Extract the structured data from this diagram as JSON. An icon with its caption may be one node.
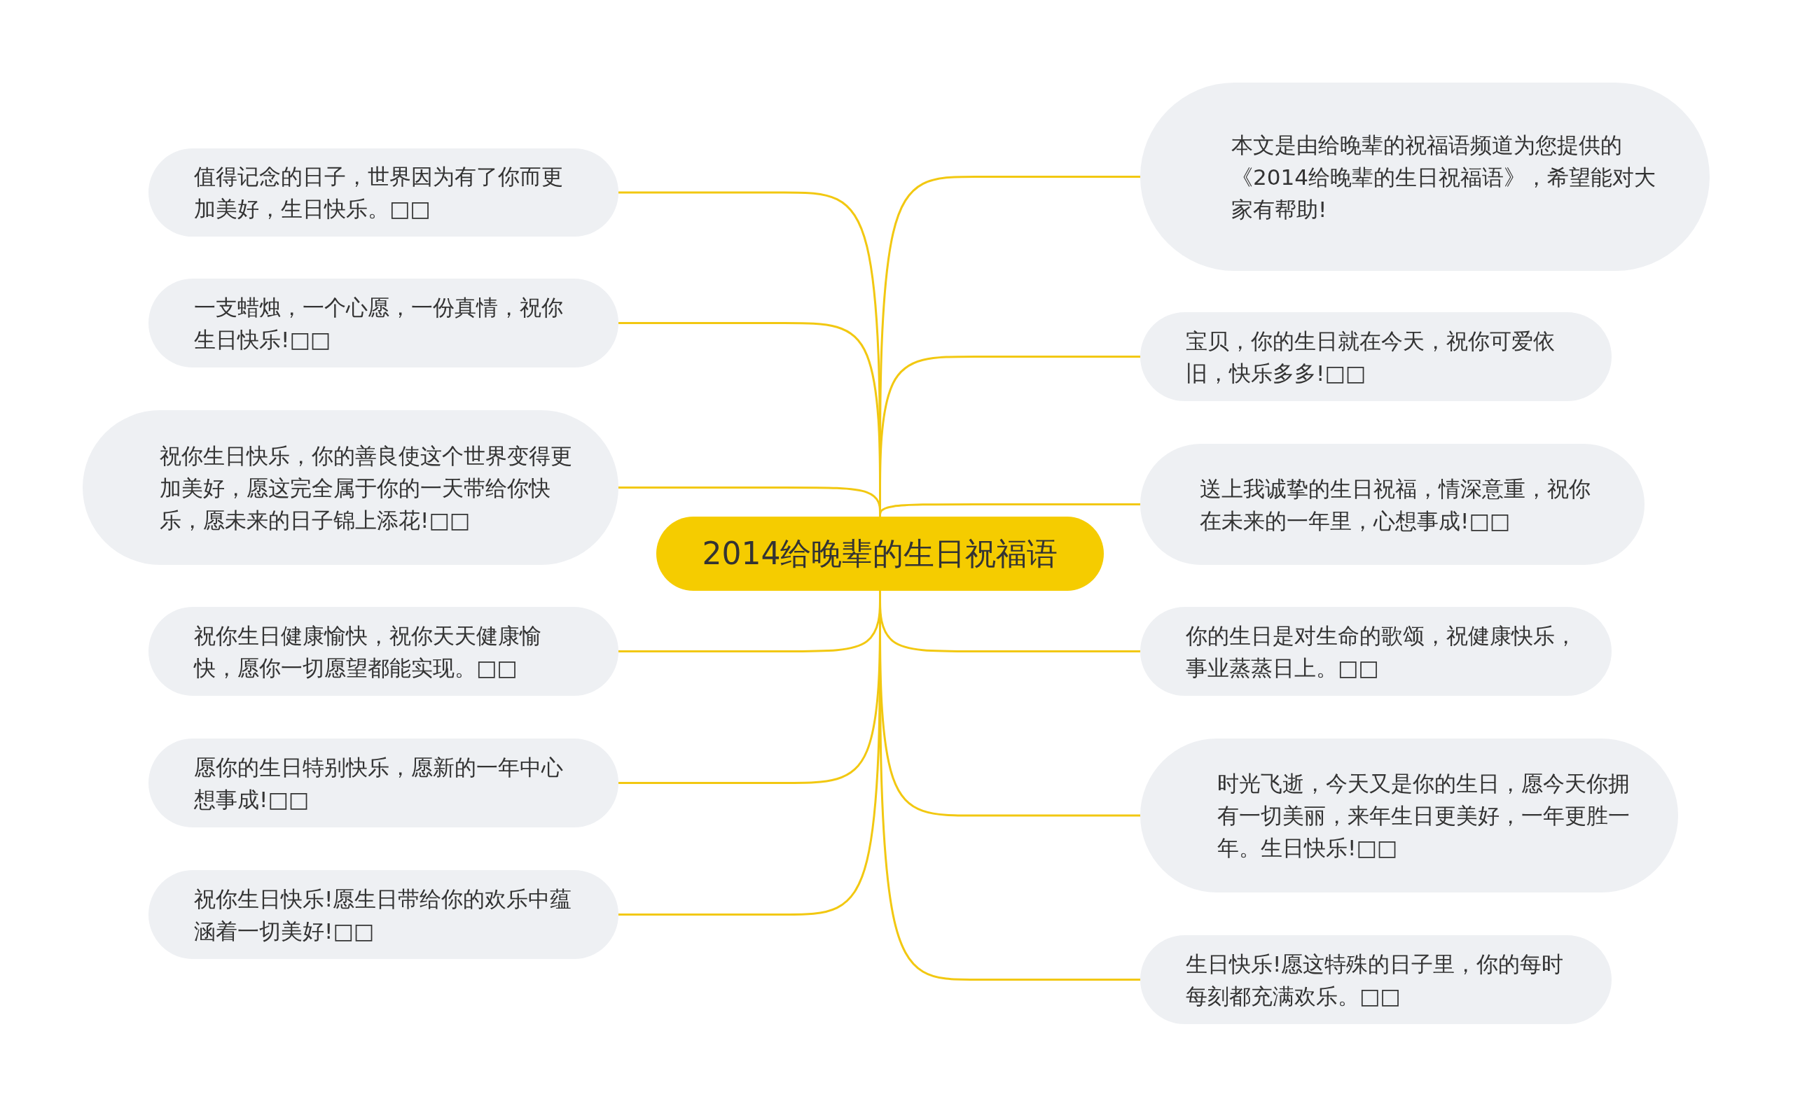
{
  "diagram": {
    "nodes": [
      {
        "text": [
          "2014给晚辈的生日祝福语"
        ]
      },
      {
        "text": [
          "值得记念的日子，世界因为有了你而更加美好，生日快乐。□□"
        ]
      },
      {
        "text": [
          "一支蜡烛，一个心愿，一份真情，祝你生日快乐!□□"
        ]
      },
      {
        "text": [
          "祝你生日快乐，你的善良使这个世界变得更加美好，愿这完全属于你的一天带给你快乐，愿未来的日子锦上添花!□□"
        ]
      },
      {
        "text": [
          "祝你生日健康愉快，祝你天天健康愉快，愿你一切愿望都能实现。□□"
        ]
      },
      {
        "text": [
          "愿你的生日特别快乐，愿新的一年中心想事成!□□"
        ]
      },
      {
        "text": [
          "祝你生日快乐!愿生日带给你的欢乐中蕴涵着一切美好!□□"
        ]
      },
      {
        "text": [
          "本文是由给晚辈的祝福语频道为您提供的《2014给晚辈的生日祝福语》，希望能对大家有帮助!"
        ]
      },
      {
        "text": [
          "宝贝，你的生日就在今天，祝你可爱依旧，快乐多多!□□"
        ]
      },
      {
        "text": [
          "送上我诚挚的生日祝福，情深意重，祝你在未来的一年里，心想事成!□□"
        ]
      },
      {
        "text": [
          "你的生日是对生命的歌颂，祝健康快乐，事业蒸蒸日上。□□"
        ]
      },
      {
        "text": [
          "时光飞逝，今天又是你的生日，愿今天你拥有一切美丽，来年生日更美好，一年更胜一年。生日快乐!□□"
        ]
      },
      {
        "text": [
          "生日快乐!愿这特殊的日子里，你的每时每刻都充满欢乐。□□"
        ]
      }
    ],
    "edges": [
      {
        "from": 0,
        "to": 1,
        "arrow": "none"
      },
      {
        "from": 0,
        "to": 2,
        "arrow": "none"
      },
      {
        "from": 0,
        "to": 3,
        "arrow": "none"
      },
      {
        "from": 0,
        "to": 4,
        "arrow": "none"
      },
      {
        "from": 0,
        "to": 5,
        "arrow": "none"
      },
      {
        "from": 0,
        "to": 6,
        "arrow": "none"
      },
      {
        "from": 0,
        "to": 7,
        "arrow": "none"
      },
      {
        "from": 0,
        "to": 8,
        "arrow": "none"
      },
      {
        "from": 0,
        "to": 9,
        "arrow": "none"
      },
      {
        "from": 0,
        "to": 10,
        "arrow": "none"
      },
      {
        "from": 0,
        "to": 11,
        "arrow": "none"
      },
      {
        "from": 0,
        "to": 12,
        "arrow": "none"
      }
    ]
  }
}
